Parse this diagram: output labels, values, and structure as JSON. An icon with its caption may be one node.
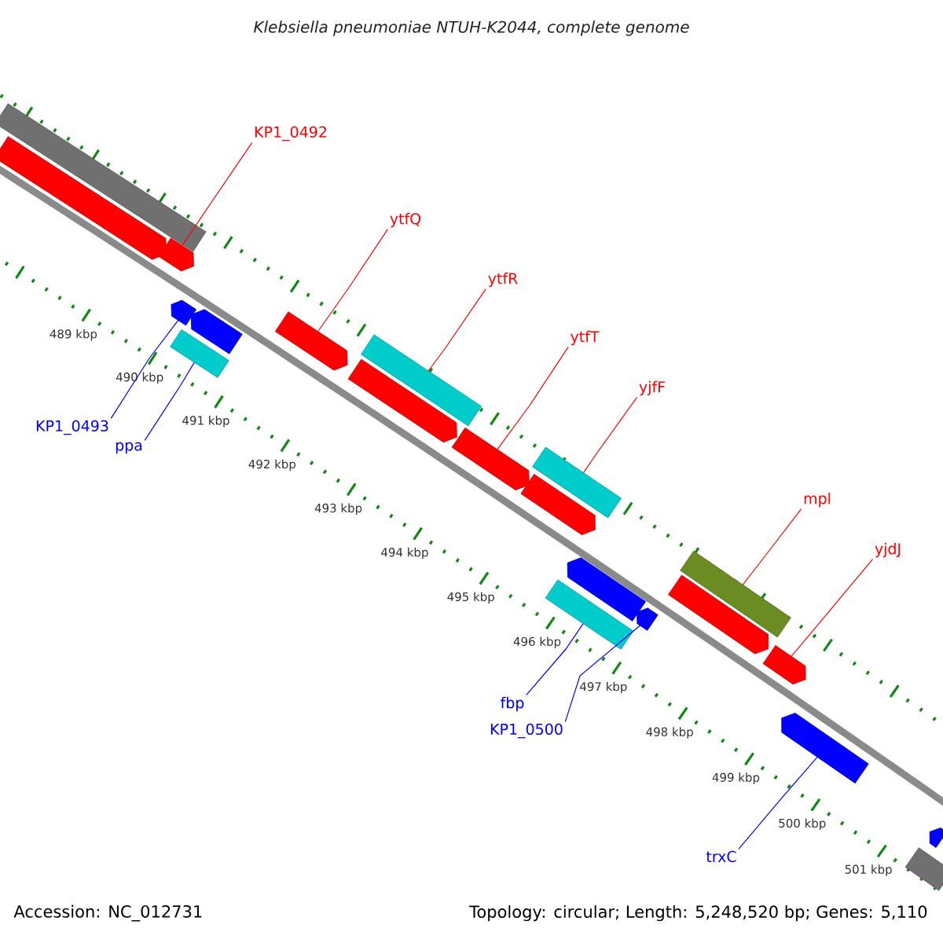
{
  "diagram": {
    "title": "Klebsiella pneumoniae NTUH-K2044, complete genome",
    "nodes": [
      {
        "text": [
          "KP1_0492"
        ]
      },
      {
        "text": [
          "ytfQ"
        ]
      },
      {
        "text": [
          "ytfR"
        ]
      },
      {
        "text": [
          "ytfT"
        ]
      },
      {
        "text": [
          "yjfF"
        ]
      },
      {
        "text": [
          "mpl"
        ]
      },
      {
        "text": [
          "yjdJ"
        ]
      },
      {
        "text": [
          "KP1_0493"
        ]
      },
      {
        "text": [
          "ppa"
        ]
      },
      {
        "text": [
          "fbp"
        ]
      },
      {
        "text": [
          "KP1_0500"
        ]
      },
      {
        "text": [
          "trxC"
        ]
      },
      {
        "text": [],
        "shape": "bar"
      },
      {
        "text": [],
        "shape": "pentagon"
      },
      {
        "text": [],
        "shape": "pentagon"
      },
      {
        "text": [],
        "shape": "pentagon"
      },
      {
        "text": [],
        "shape": "pentagon"
      },
      {
        "text": [],
        "shape": "bar"
      },
      {
        "text": [],
        "shape": "pentagon"
      },
      {
        "text": [],
        "shape": "bar"
      },
      {
        "text": [],
        "shape": "pentagon"
      },
      {
        "text": [],
        "shape": "pentagon"
      },
      {
        "text": [],
        "shape": "pentagon"
      },
      {
        "text": [],
        "shape": "bar"
      },
      {
        "text": [],
        "shape": "pentagon"
      },
      {
        "text": [],
        "shape": "bar"
      },
      {
        "text": [],
        "shape": "pentagon"
      },
      {
        "text": [],
        "shape": "bar"
      },
      {
        "text": [],
        "shape": "pentagon"
      },
      {
        "text": [],
        "shape": "pentagon"
      },
      {
        "text": [],
        "shape": "pentagon"
      },
      {
        "text": [],
        "shape": "pentagon"
      },
      {
        "text": [],
        "shape": "bar"
      }
    ],
    "edges": [
      {
        "from": 0,
        "to": 14,
        "arrow": "none"
      },
      {
        "from": 1,
        "to": 18,
        "arrow": "none"
      },
      {
        "from": 2,
        "to": 19,
        "arrow": "none"
      },
      {
        "from": 3,
        "to": 21,
        "arrow": "none"
      },
      {
        "from": 4,
        "to": 23,
        "arrow": "none"
      },
      {
        "from": 5,
        "to": 27,
        "arrow": "none"
      },
      {
        "from": 6,
        "to": 29,
        "arrow": "none"
      },
      {
        "from": 7,
        "to": 15,
        "arrow": "none",
        "color": "#0000ff"
      },
      {
        "from": 8,
        "to": 17,
        "arrow": "none",
        "color": "#0000ff"
      },
      {
        "from": 9,
        "to": 25,
        "arrow": "none",
        "color": "#0000ff"
      },
      {
        "from": 10,
        "to": 26,
        "arrow": "none",
        "color": "#0000ff"
      },
      {
        "from": 11,
        "to": 30,
        "arrow": "none",
        "color": "#0000ff"
      }
    ],
    "labels": [
      "489 kbp",
      "490 kbp",
      "491 kbp",
      "492 kbp",
      "493 kbp",
      "494 kbp",
      "495 kbp",
      "496 kbp",
      "497 kbp",
      "498 kbp",
      "499 kbp",
      "500 kbp",
      "501 kbp",
      "Accession: NC_012731",
      "Topology: circular; Length: 5,248,520 bp; Genes: 5,110"
    ]
  }
}
